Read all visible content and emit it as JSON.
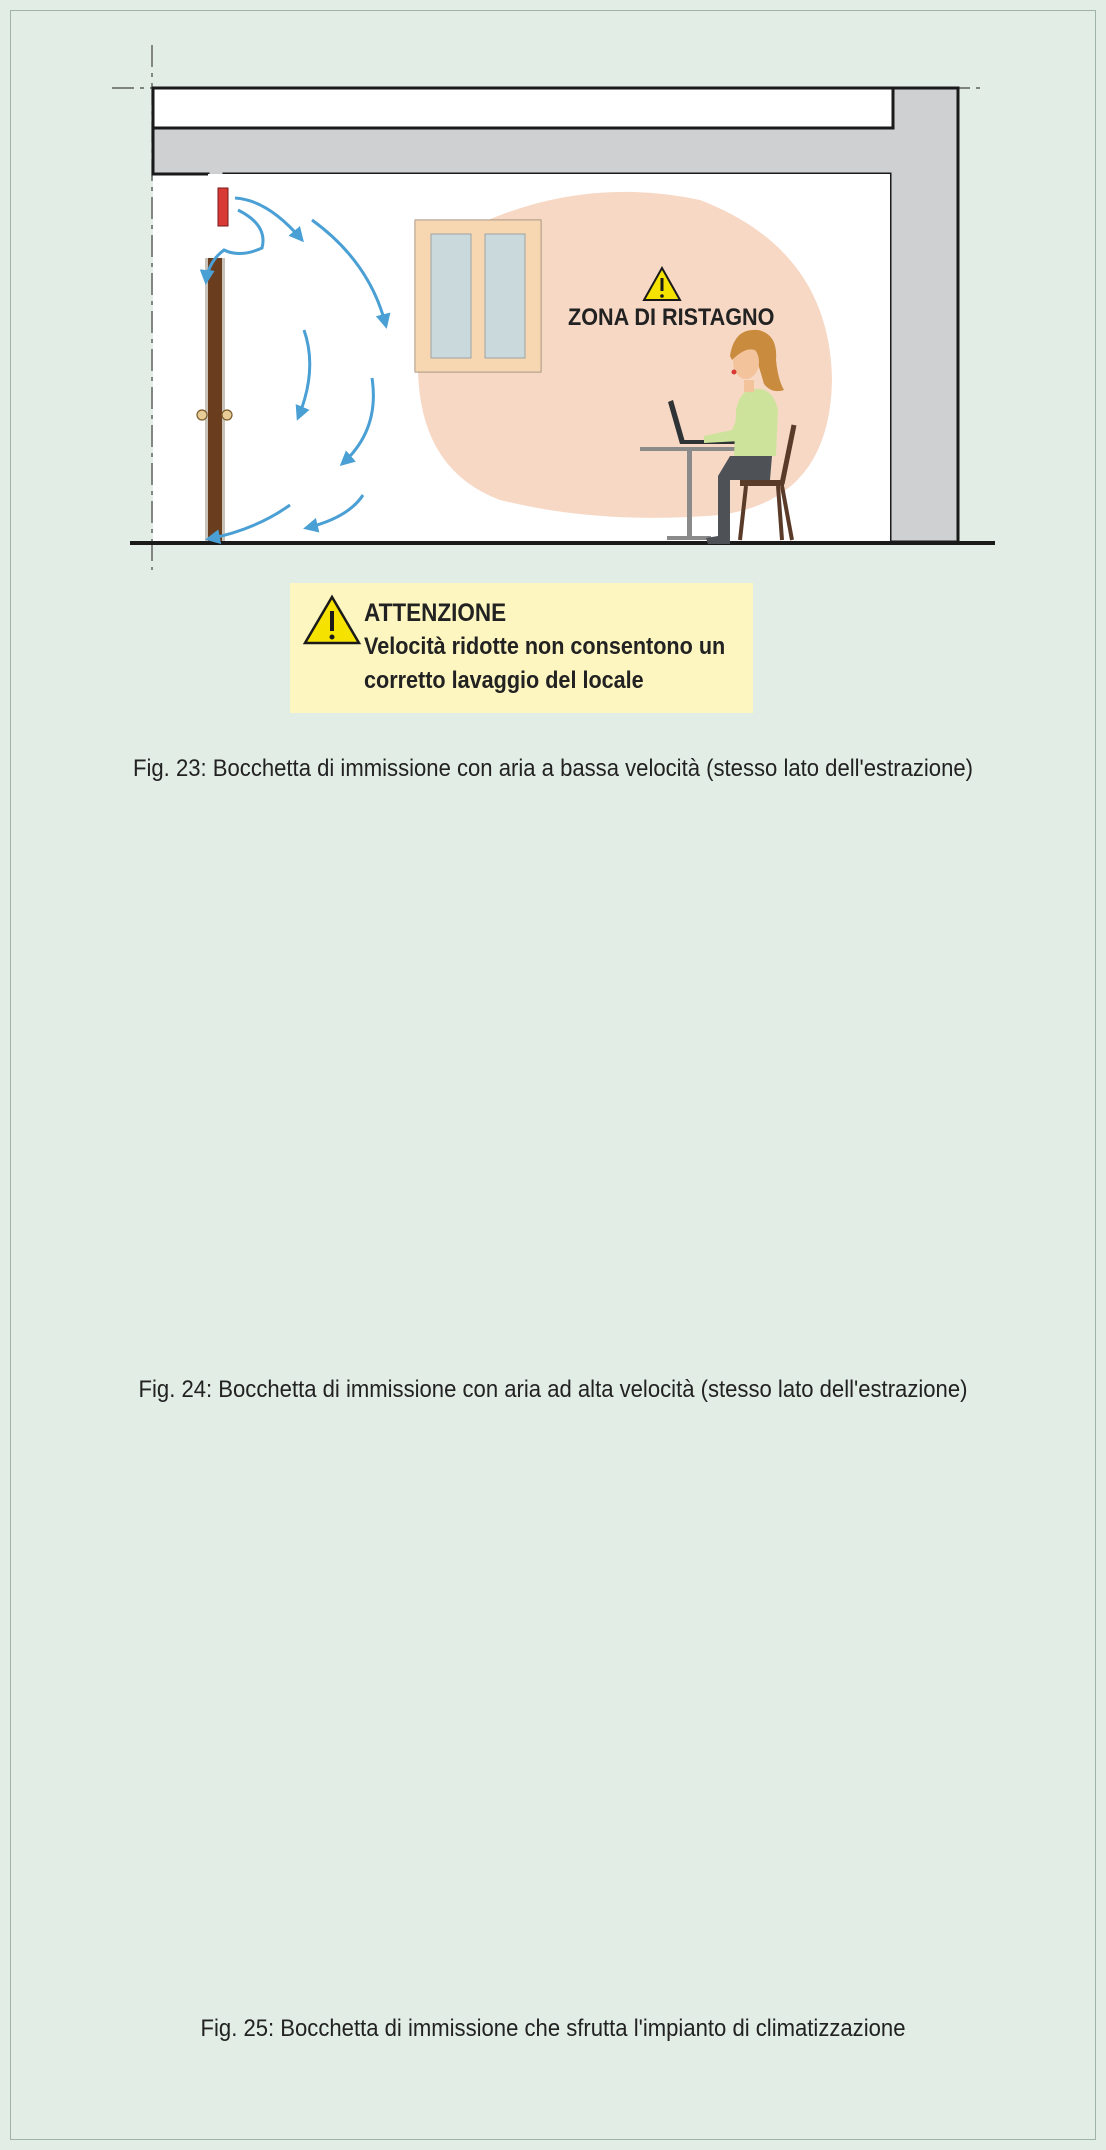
{
  "figures": [
    {
      "id": "fig23",
      "caption": "Fig. 23: Bocchetta di immissione con aria a bassa velocità (stesso lato dell'estrazione)",
      "zone_label": "ZONA DI RISTAGNO",
      "warning": {
        "title": "ATTENZIONE",
        "line1": "Velocità ridotte non consentono un",
        "line2": "corretto lavaggio del locale"
      },
      "arrow_color": "#4a9fd4"
    },
    {
      "id": "fig24",
      "caption": "Fig. 24: Bocchetta di immissione con aria ad alta velocità (stesso lato dell'estrazione)",
      "arrow_color": "#4a9fd4"
    },
    {
      "id": "fig25",
      "caption": "Fig. 25: Bocchetta di immissione che sfrutta l'impianto di climatizzazione",
      "arrow_color": "#c9302c"
    }
  ],
  "colors": {
    "wall": "#cfd0d2",
    "window_frame": "#f6d7a7",
    "glass": "#b3dbe8",
    "stagnation_zone": "#f7d8c5",
    "door": "#6b3d1f",
    "inlet": "#d83b36",
    "warning_box": "#fdf6c0",
    "warning_icon": "#f6e200"
  }
}
